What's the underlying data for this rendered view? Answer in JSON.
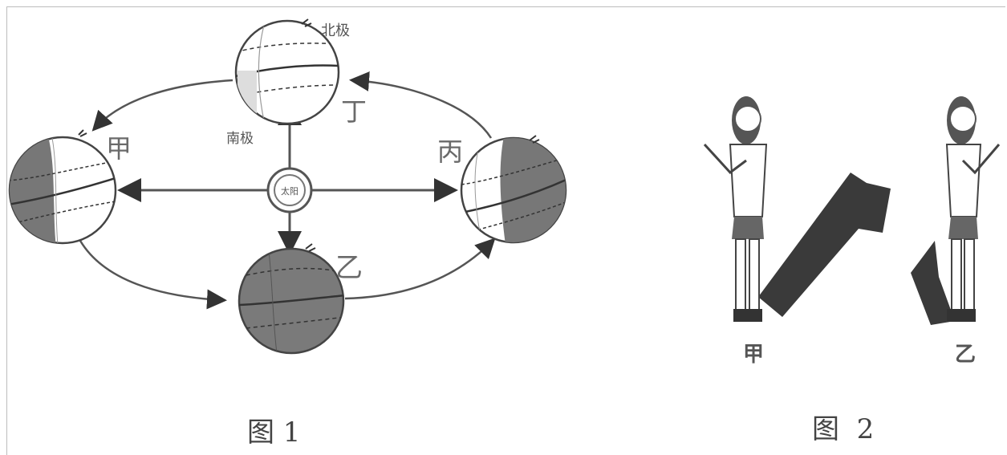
{
  "figure1": {
    "caption": "图 1",
    "sun_label": "太阳",
    "positions": {
      "jia": "甲",
      "yi": "乙",
      "bing": "丙",
      "ding": "丁"
    },
    "pole_labels": {
      "north": "北极",
      "south": "南极"
    }
  },
  "figure2": {
    "caption": "图  2",
    "labels": {
      "left": "甲",
      "right": "乙"
    }
  },
  "colors": {
    "line": "#555555",
    "dark_shade": "#6e6e6e",
    "light": "#f2f2f2"
  }
}
